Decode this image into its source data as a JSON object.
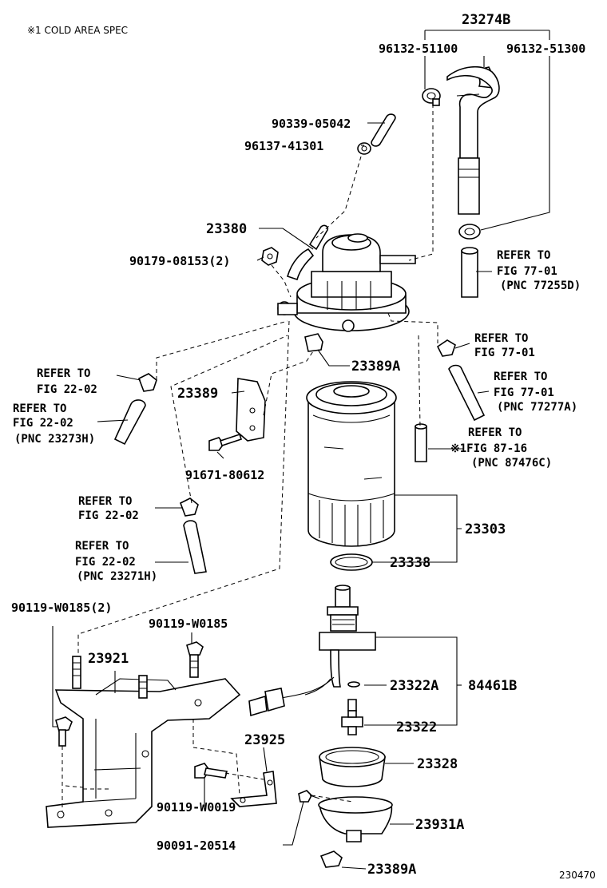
{
  "diagram": {
    "note": "※1 COLD AREA SPEC",
    "figure_id": "230470",
    "refs": {
      "ref_to": "REFER TO",
      "fig_77_01": "FIG 77-01",
      "fig_22_02": "FIG 22-02",
      "fig_87_16_cold": "※1FIG 87-16",
      "pnc_77255d": "(PNC 77255D)",
      "pnc_77277a": "(PNC 77277A)",
      "pnc_87476c": "(PNC 87476C)",
      "pnc_23273h": "(PNC 23273H)",
      "pnc_23271h": "(PNC 23271H)"
    },
    "parts": {
      "p23274b": "23274B",
      "p96132_51100": "96132-51100",
      "p96132_51300": "96132-51300",
      "p90339_05042": "90339-05042",
      "p96137_41301": "96137-41301",
      "p23380": "23380",
      "p90179_08153": "90179-08153(2)",
      "p23389a_top": "23389A",
      "p23389": "23389",
      "p91671_80612": "91671-80612",
      "p23303": "23303",
      "p23338": "23338",
      "p90119_w0185_2": "90119-W0185(2)",
      "p90119_w0185": "90119-W0185",
      "p23921": "23921",
      "p23322a": "23322A",
      "p84461b": "84461B",
      "p23322": "23322",
      "p23925": "23925",
      "p23328": "23328",
      "p90119_w0019": "90119-W0019",
      "p90091_20514": "90091-20514",
      "p23931a": "23931A",
      "p23389a_bottom": "23389A"
    }
  }
}
